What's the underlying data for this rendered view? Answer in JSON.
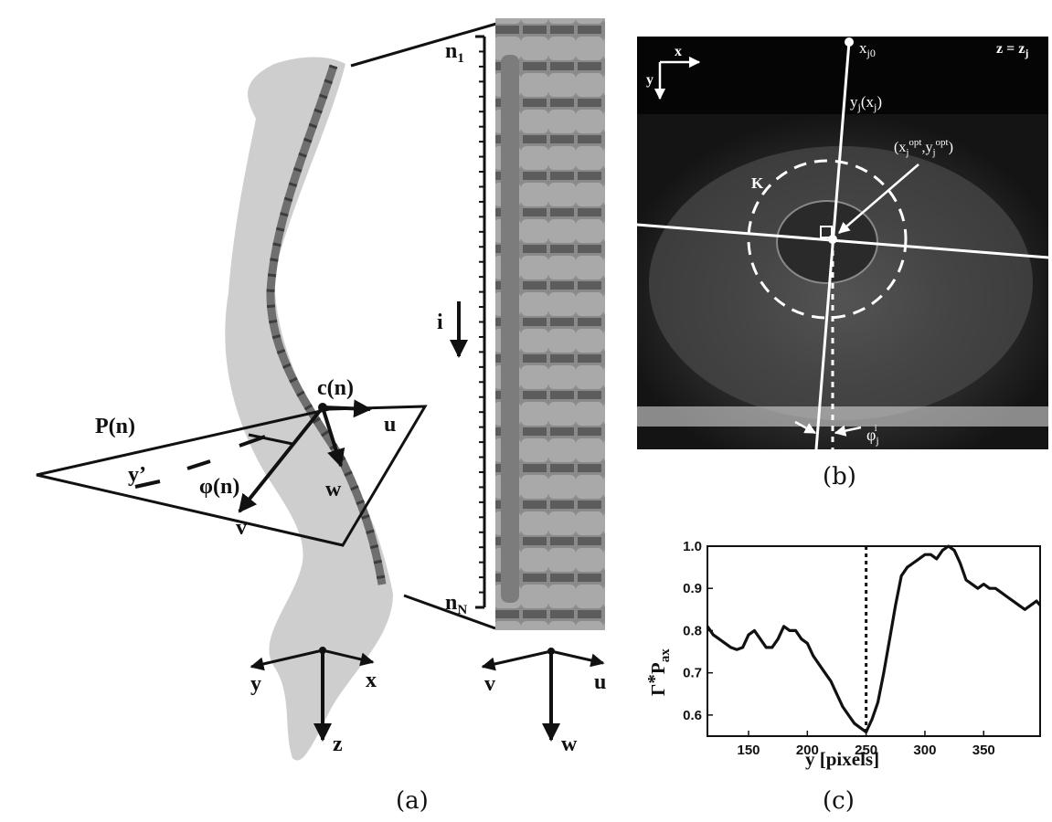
{
  "panel_a": {
    "caption": "(a)",
    "labels": {
      "plane": "P(n)",
      "center": "c(n)",
      "u": "u",
      "v": "v",
      "w": "w",
      "angle": "φ(n)",
      "yprime": "y’",
      "n_first": "n",
      "n_first_sub": "1",
      "n_last": "n",
      "n_last_sub": "N",
      "index": "i",
      "axis_y": "y",
      "axis_x": "x",
      "axis_z": "z",
      "axis_v2": "v",
      "axis_u2": "u",
      "axis_w2": "w"
    }
  },
  "panel_b": {
    "caption": "(b)",
    "labels": {
      "x": "x",
      "y": "y",
      "xj0": "x",
      "xj0_sub": "j0",
      "z_eq": "z = z",
      "z_eq_sub": "j",
      "yj": "y",
      "yj_sub": "j",
      "yj_arg": "(x",
      "yj_arg_sub": "j",
      "yj_close": ")",
      "opt_open": "(x",
      "opt_x_sub": "j",
      "opt_x_sup": "opt",
      "opt_mid": ",y",
      "opt_y_sub": "j",
      "opt_y_sup": "opt",
      "opt_close": ")",
      "k": "K",
      "phi": "φ",
      "phi_sub": "j",
      "phi_sup": "i"
    }
  },
  "panel_c": {
    "caption": "(c)"
  },
  "chart_data": {
    "type": "line",
    "xlabel": "y [pixels]",
    "ylabel_main": "Γ",
    "ylabel_op": "*",
    "ylabel_p": "P",
    "ylabel_sub": "ax",
    "xlim": [
      115,
      398
    ],
    "ylim": [
      0.55,
      1.0
    ],
    "xticks": [
      150,
      200,
      250,
      300,
      350
    ],
    "yticks": [
      0.6,
      0.7,
      0.8,
      0.9,
      1.0
    ],
    "ytick_labels": [
      "0.6",
      "0.7",
      "0.8",
      "0.9",
      "1.0"
    ],
    "marker_x": 250,
    "series": [
      {
        "x": [
          115,
          120,
          125,
          130,
          135,
          140,
          145,
          150,
          155,
          160,
          165,
          170,
          175,
          180,
          185,
          190,
          195,
          200,
          205,
          210,
          215,
          220,
          225,
          230,
          235,
          240,
          245,
          250,
          255,
          260,
          265,
          270,
          275,
          280,
          285,
          290,
          295,
          300,
          305,
          310,
          315,
          320,
          325,
          330,
          335,
          340,
          345,
          350,
          355,
          360,
          365,
          370,
          375,
          380,
          385,
          390,
          395,
          398
        ],
        "y": [
          0.81,
          0.79,
          0.78,
          0.77,
          0.76,
          0.755,
          0.76,
          0.79,
          0.8,
          0.78,
          0.76,
          0.76,
          0.78,
          0.81,
          0.8,
          0.8,
          0.78,
          0.77,
          0.74,
          0.72,
          0.7,
          0.68,
          0.65,
          0.62,
          0.6,
          0.58,
          0.57,
          0.56,
          0.59,
          0.63,
          0.7,
          0.78,
          0.86,
          0.93,
          0.95,
          0.96,
          0.97,
          0.98,
          0.98,
          0.97,
          0.99,
          1.0,
          0.99,
          0.96,
          0.92,
          0.91,
          0.9,
          0.91,
          0.9,
          0.9,
          0.89,
          0.88,
          0.87,
          0.86,
          0.85,
          0.86,
          0.87,
          0.86
        ]
      }
    ]
  }
}
